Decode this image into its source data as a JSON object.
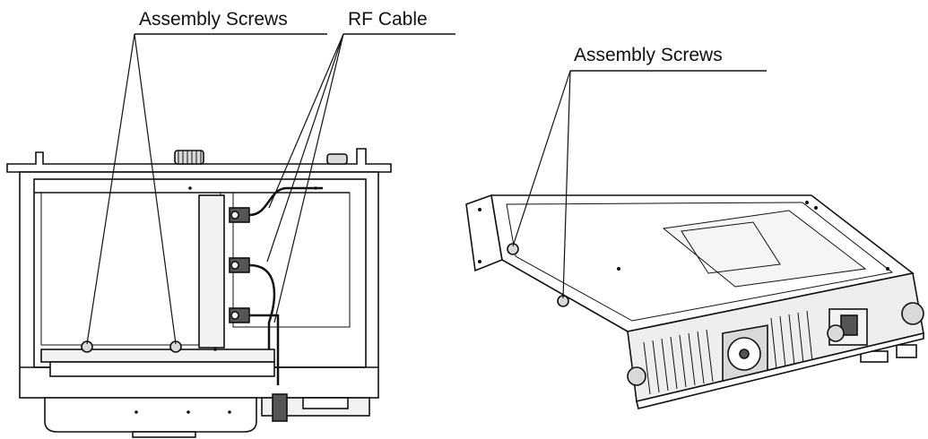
{
  "labels": {
    "left_screws": "Assembly Screws",
    "rf_cable": "RF Cable",
    "right_screws": "Assembly Screws"
  },
  "colors": {
    "line": "#111111",
    "fill_light": "#ffffff",
    "fill_shade": "#d9d9d9",
    "fill_dark": "#555555"
  },
  "icons": {
    "top_view": "radio-chassis-top-view",
    "iso_view": "radio-chassis-isometric-view"
  }
}
